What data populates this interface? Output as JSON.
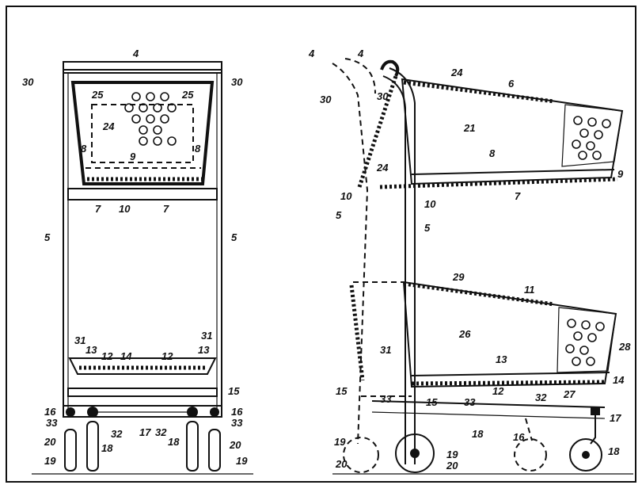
{
  "labels": {
    "front": {
      "l4": "4",
      "l30_left": "30",
      "l30_right": "30",
      "l25_left": "25",
      "l25_right": "25",
      "l24": "24",
      "l8_left": "8",
      "l8_right": "8",
      "l9": "9",
      "l7_left": "7",
      "l10": "10",
      "l7_right": "7",
      "l5_left": "5",
      "l5_right": "5",
      "l31_left": "31",
      "l31_right": "31",
      "l13_left": "13",
      "l12_left": "12",
      "l14": "14",
      "l12_right": "12",
      "l13_right": "13",
      "l15": "15",
      "l16_left": "16",
      "l16_right": "16",
      "l33_left": "33",
      "l33_right": "33",
      "l32_left": "32",
      "l17": "17",
      "l32_right": "32",
      "l20_left": "20",
      "l20_right": "20",
      "l18_left": "18",
      "l18_right": "18",
      "l19_left": "19",
      "l19_right": "19"
    },
    "side": {
      "l4_a": "4",
      "l4_b": "4",
      "l30_a": "30",
      "l30_b": "30",
      "l24_top": "24",
      "l6": "6",
      "l21": "21",
      "l8": "8",
      "l9": "9",
      "l24_mid": "24",
      "l7": "7",
      "l10_a": "10",
      "l10_b": "10",
      "l5_a": "5",
      "l5_b": "5",
      "l29": "29",
      "l11": "11",
      "l26": "26",
      "l28": "28",
      "l31": "31",
      "l13": "13",
      "l14": "14",
      "l15_a": "15",
      "l15_b": "15",
      "l33_a": "33",
      "l33_b": "33",
      "l12": "12",
      "l32": "32",
      "l27": "27",
      "l17": "17",
      "l16": "16",
      "l18_a": "18",
      "l18_b": "18",
      "l19_a": "19",
      "l19_b": "19",
      "l20_a": "20",
      "l20_b": "20"
    }
  }
}
